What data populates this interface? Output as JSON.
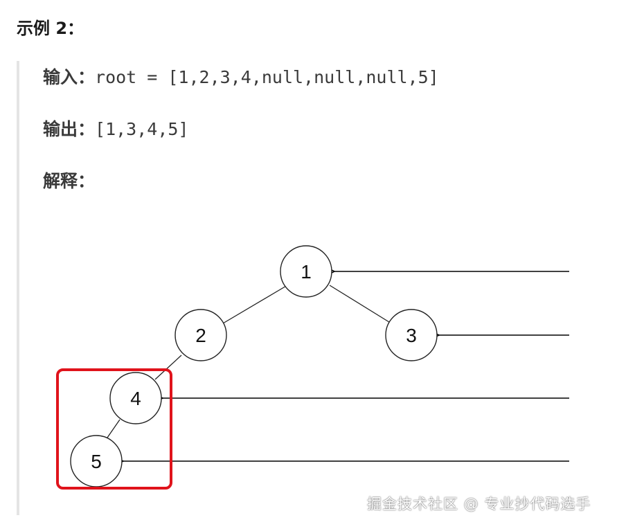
{
  "heading": "示例 2：",
  "input_line": {
    "label": "输入：",
    "code": "root = [1,2,3,4,null,null,null,5]"
  },
  "output_line": {
    "label": "输出：",
    "code": "[1,3,4,5]"
  },
  "explain_line": {
    "label": "解释："
  },
  "tree": {
    "nodes": [
      {
        "id": "1",
        "label": "1"
      },
      {
        "id": "2",
        "label": "2"
      },
      {
        "id": "3",
        "label": "3"
      },
      {
        "id": "4",
        "label": "4"
      },
      {
        "id": "5",
        "label": "5"
      }
    ],
    "edges": [
      {
        "from": "1",
        "to": "2"
      },
      {
        "from": "1",
        "to": "3"
      },
      {
        "from": "2",
        "to": "4"
      },
      {
        "from": "4",
        "to": "5"
      }
    ],
    "arrow_targets": [
      "1",
      "3",
      "4",
      "5"
    ],
    "highlight_color": "#e0131b",
    "highlight_nodes": [
      "4",
      "5"
    ]
  },
  "watermark": "掘金技术社区 @ 专业抄代码选手"
}
